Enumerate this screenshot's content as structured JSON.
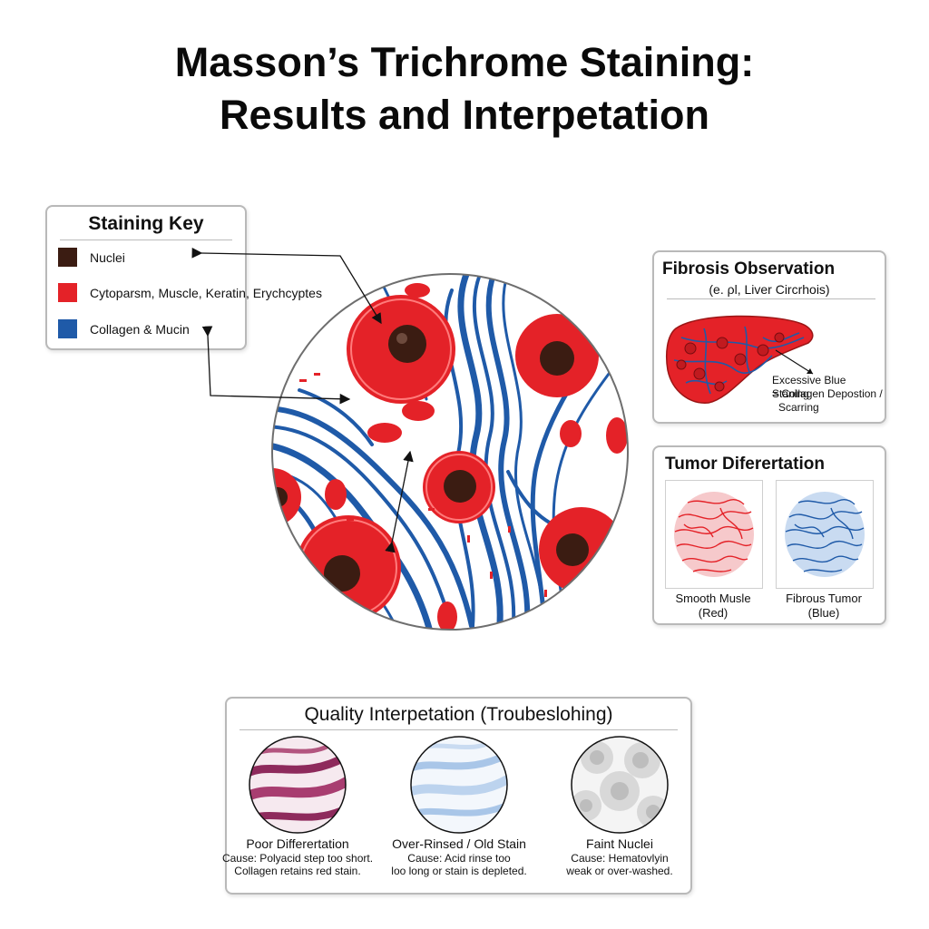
{
  "title": {
    "line1": "Masson’s Trichrome Staining:",
    "line2": "Results and Interpetation"
  },
  "colors": {
    "nuclei": "#3b1c12",
    "cytoplasm": "#e42228",
    "collagen": "#1f5aa8",
    "border": "#b9b9b9"
  },
  "key": {
    "title": "Staining Key",
    "items": [
      {
        "label": "Nuclei",
        "color": "#3b1c12"
      },
      {
        "label": "Cytoparsm, Muscle, Keratin, Erychcyptes",
        "color": "#e42228"
      },
      {
        "label": "Collagen & Mucin",
        "color": "#1f5aa8"
      }
    ]
  },
  "fibrosis": {
    "title": "Fibrosis Observation",
    "subtitle": "(e. ρl, Liver Circrhois)",
    "note_line1": "Excessive Blue Staning",
    "note_line2": "= Collagen Depostion /",
    "note_line3": "Scarring"
  },
  "tumor": {
    "title": "Tumor Diferertation",
    "left_line1": "Smooth Musle",
    "left_line2": "(Red)",
    "right_line1": "Fibrous Tumor",
    "right_line2": "(Blue)"
  },
  "quality": {
    "title": "Quality Interpetation (Troubeslohing)",
    "items": [
      {
        "title": "Poor Differertation",
        "desc1": "Cause: Polyacid step too short.",
        "desc2": "Collagen retains red stain."
      },
      {
        "title": "Over-Rinsed / Old Stain",
        "desc1": "Cause: Acid rinse too",
        "desc2": "loo long or stain is depleted."
      },
      {
        "title": "Faint Nuclei",
        "desc1": "Cause: Hematovlyin",
        "desc2": "weak or over-washed."
      }
    ]
  }
}
